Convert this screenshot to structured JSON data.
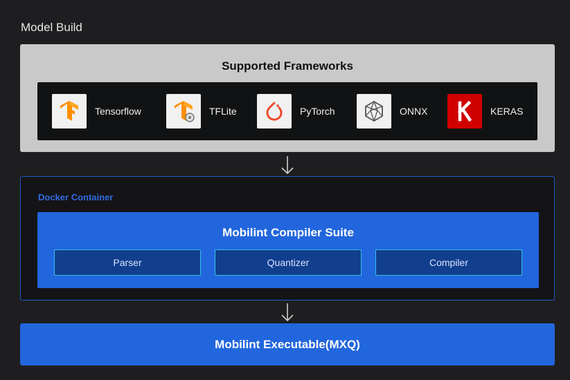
{
  "title": "Model Build",
  "frameworks": {
    "title": "Supported Frameworks",
    "items": [
      {
        "label": "Tensorflow",
        "icon": "tensorflow-icon"
      },
      {
        "label": "TFLite",
        "icon": "tflite-icon"
      },
      {
        "label": "PyTorch",
        "icon": "pytorch-icon"
      },
      {
        "label": "ONNX",
        "icon": "onnx-icon"
      },
      {
        "label": "KERAS",
        "icon": "keras-icon"
      }
    ]
  },
  "docker": {
    "label": "Docker Container",
    "suite": {
      "title": "Mobilint Compiler Suite",
      "parts": [
        "Parser",
        "Quantizer",
        "Compiler"
      ]
    }
  },
  "output": {
    "label": "Mobilint Executable(MXQ)"
  },
  "colors": {
    "background": "#1e1e20",
    "frameworks_panel": "#c9c9c9",
    "accent_blue": "#2266dd",
    "part_fill": "#123e8e",
    "part_border": "#32c2ea",
    "docker_border": "#2457c5",
    "tensorflow_orange": "#ff8f00",
    "pytorch_red": "#ee4c2c",
    "keras_red": "#d00000"
  }
}
